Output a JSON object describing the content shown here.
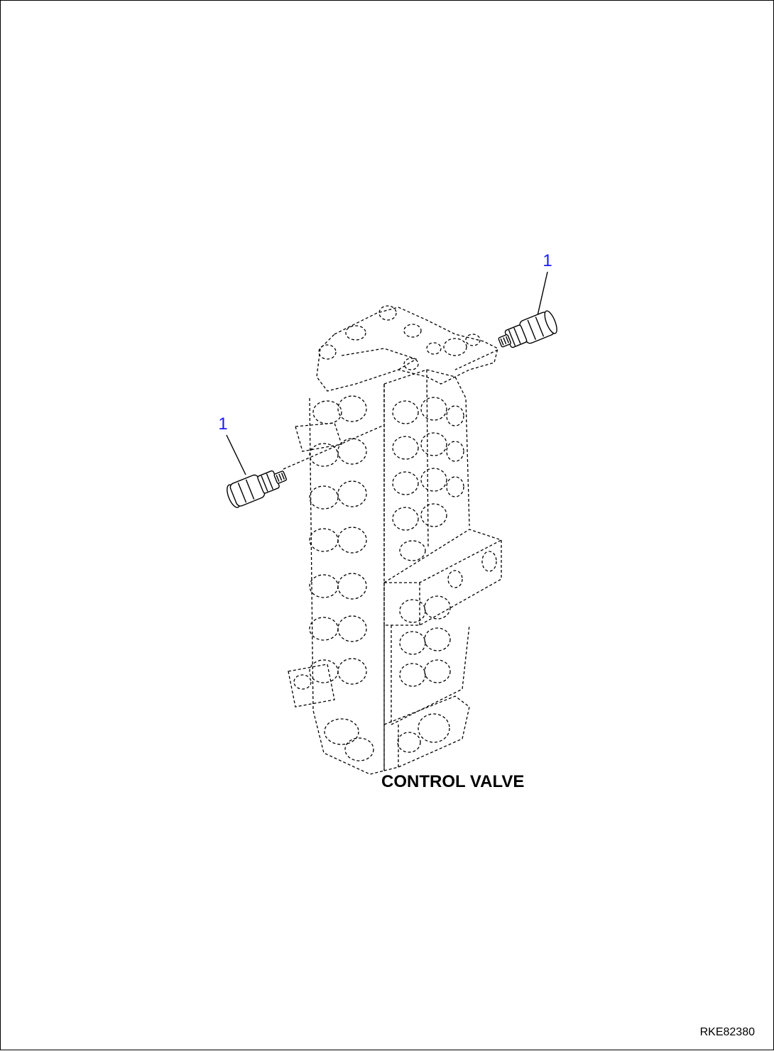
{
  "diagram": {
    "callouts": [
      {
        "number": "1"
      },
      {
        "number": "1"
      }
    ],
    "component_label": "CONTROL VALVE",
    "drawing_id": "RKE82380"
  }
}
